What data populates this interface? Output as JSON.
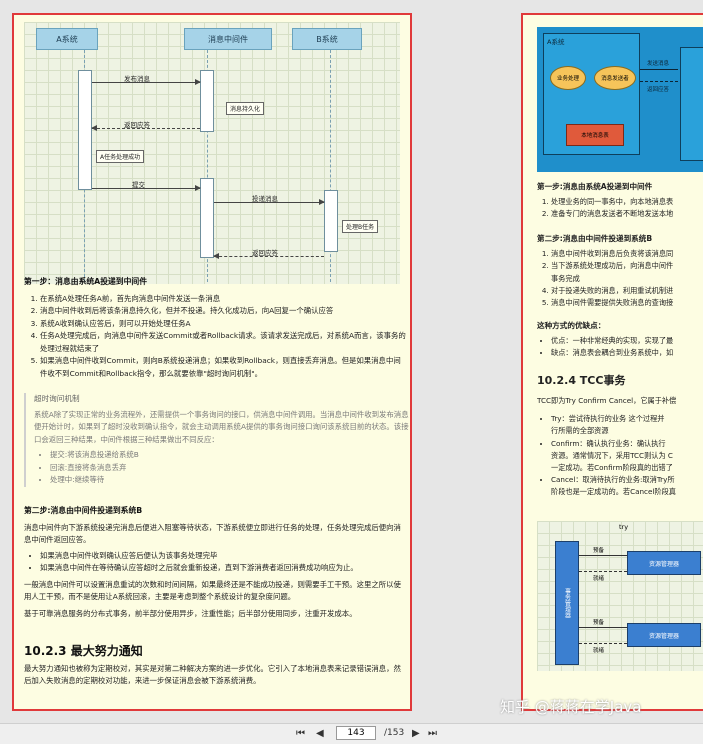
{
  "diagram": {
    "actors": [
      "A系统",
      "消息中间件",
      "B系统"
    ],
    "msg_send": "发布消息",
    "note_persist": "消息持久化",
    "msg_reply": "返回应答",
    "note_a_done": "A任务处理成功",
    "msg_commit": "提交",
    "msg_deliver": "投递消息",
    "note_b_process": "处理B任务",
    "msg_b_reply": "返回应答"
  },
  "doc": {
    "step1_heading": "第一步：消息由系统A投递到中间件",
    "step1_items": [
      "在系统A处理任务A前，首先向消息中间件发送一条消息",
      "消息中间件收到后将该条消息持久化，但并不投递。持久化成功后，向A回复一个确认应答",
      "系统A收到确认应答后，则可以开始处理任务A",
      "任务A处理完成后，向消息中间件发送Commit或者Rollback请求。该请求发送完成后，对系统A而言，该事务的处理过程就结束了",
      "如果消息中间件收到Commit，则向B系统投递消息；如果收到Rollback，则直接丢弃消息。但是如果消息中间件收不到Commit和Rollback指令，那么就要依靠\"超时询问机制\"。"
    ],
    "quote_title": "超时询问机制",
    "quote_body": "系统A除了实现正常的业务流程外，还需提供一个事务询问的接口，供消息中间件调用。当消息中间件收到发布消息便开始计时，如果到了超时没收到确认指令，就会主动调用系统A提供的事务询问接口询问该系统目前的状态。该接口会返回三种结果，中间件根据三种结果做出不同反应：",
    "quote_items": [
      "提交:将该消息投递给系统B",
      "回滚:直接将条消息丢弃",
      "处理中:继续等待"
    ],
    "step2_heading": "第二步:消息由中间件投递到系统B",
    "step2_body": "消息中间件向下游系统投递完消息后便进入阻塞等待状态，下游系统便立即进行任务的处理，任务处理完成后便向消息中间件返回应答。",
    "step2_items": [
      "如果消息中间件收到确认应答后便认为该事务处理完毕",
      "如果消息中间件在等待确认应答超时之后就会重新投递，直到下游消费者返回消费成功响应为止。"
    ],
    "para1": "一般消息中间件可以设置消息重试的次数和时间间隔，如果最终还是不能成功投递，则需要手工干预。这里之所以使用人工干预，而不是使用让A系统回滚，主要是考虑到整个系统设计的复杂度问题。",
    "para2": "基于可靠消息服务的分布式事务，前半部分使用异步，注重性能；后半部分使用同步，注重开发成本。",
    "section_title": "10.2.3 最大努力通知",
    "section_body": "最大努力通知也被称为定期校对，其实是对第二种解决方案的进一步优化。它引入了本地消息表来记录错误消息，然后加入失败消息的定期校对功能，来进一步保证消息会被下游系统消费。"
  },
  "right_page": {
    "diagram_labels": [
      "A系统",
      "业务处理",
      "消息发送者",
      "本地消息表",
      "发送消息",
      "返回应答"
    ],
    "step1_heading": "第一步:消息由系统A投递到中间件",
    "step1_items": [
      "处理业务的同一事务中，向本地消息表",
      "准备专门的消息发送者不断地发送本地"
    ],
    "step2_heading": "第二步:消息由中间件投递到系统B",
    "step2_items": [
      "消息中间件收到消息后负责将该消息同",
      "当下游系统处理成功后，向消息中间件",
      "事务完成",
      "对于投递失败的消息，利用重试机制进",
      "消息中间件需要提供失败消息的查询接"
    ],
    "pros_heading": "这种方式的优缺点：",
    "pros_items": [
      "优点：一种非常经典的实现，实现了最",
      "缺点：消息表会耦合到业务系统中，如"
    ],
    "tcc_title": "10.2.4 TCC事务",
    "tcc_intro": "TCC即为Try Confirm Cancel，它属于补偿",
    "tcc_items": [
      "Try：尝试待执行的业务 这个过程并",
      "行所需的全部资源",
      "Confirm：确认执行业务：确认执行",
      "资源。通常情况下，采用TCC则认为 C",
      "一定成功。若Confirm阶段真的出错了",
      "Cancel：取消待执行的业务:取消Try所",
      "阶段也是一定成功的。若Cancel阶段真"
    ],
    "tcc_diagram": {
      "try_label": "try",
      "manager": "事务管理器",
      "resource": "资源管理器",
      "reserve": "预备",
      "ready": "就绪"
    }
  },
  "nav": {
    "current_page": "143",
    "total_pages": "/153"
  },
  "watermark": "知乎 @蒋蒋在学Java"
}
